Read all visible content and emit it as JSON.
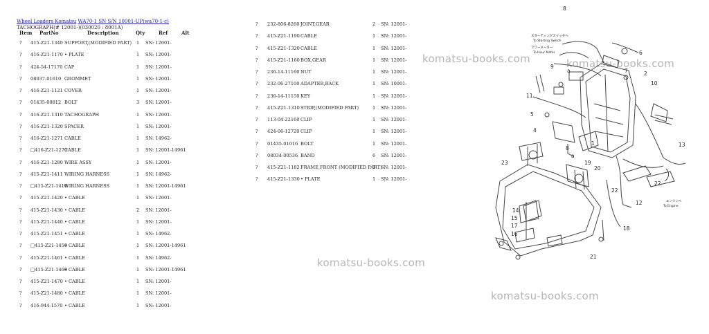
{
  "header": {
    "breadcrumb_1": "Wheel Loaders Komatsu",
    "breadcrumb_2": "WA70-1 SN S/N 10001-UP(wa70-1-c)",
    "subtitle": "TACHOGRAPH(# 12001-)(030020 : 8001A)"
  },
  "columns": {
    "item": "Item",
    "partno": "PartNo",
    "description": "Description",
    "qty": "Qty",
    "ref": "Ref",
    "alt": "Alt"
  },
  "left_rows": [
    {
      "item": "?",
      "partno": "415-Z21-1340",
      "desc": "SUPPORT,(MODIFIED PART)",
      "qty": "1",
      "ref": "SN: 12001-"
    },
    {
      "item": "?",
      "partno": "416-Z21-1170",
      "desc": "• PLATE",
      "qty": "1",
      "ref": "SN: 12001-"
    },
    {
      "item": "?",
      "partno": "424-54-17170",
      "desc": "CAP",
      "qty": "1",
      "ref": "SN: 12001-"
    },
    {
      "item": "?",
      "partno": "08037-01610",
      "desc": "GROMMET",
      "qty": "1",
      "ref": "SN: 12001-"
    },
    {
      "item": "?",
      "partno": "416-Z21-1121",
      "desc": "COVER",
      "qty": "1",
      "ref": "SN: 12001-"
    },
    {
      "item": "?",
      "partno": "01435-00812",
      "desc": "BOLT",
      "qty": "3",
      "ref": "SN: 12001-"
    },
    {
      "item": "?",
      "partno": "416-Z21-1310",
      "desc": "TACHOGRAPH",
      "qty": "1",
      "ref": "SN: 12001-"
    },
    {
      "item": "?",
      "partno": "416-Z21-1320",
      "desc": "SPACER",
      "qty": "1",
      "ref": "SN: 12001-"
    },
    {
      "item": "?",
      "partno": "416-Z21-1271",
      "desc": "CABLE",
      "qty": "1",
      "ref": "SN: 14962-"
    },
    {
      "item": "?",
      "partno": "□416-Z21-1270",
      "desc": "CABLE",
      "qty": "1",
      "ref": "SN: 12001-14961"
    },
    {
      "item": "?",
      "partno": "416-Z21-1280",
      "desc": "WIRE ASSY",
      "qty": "1",
      "ref": "SN: 12001-"
    },
    {
      "item": "?",
      "partno": "415-Z21-1411",
      "desc": "WIRING HARNESS",
      "qty": "1",
      "ref": "SN: 14962-"
    },
    {
      "item": "?",
      "partno": "□415-Z21-1410",
      "desc": "WIRING HARNESS",
      "qty": "1",
      "ref": "SN: 12001-14961"
    },
    {
      "item": "?",
      "partno": "415-Z21-1420",
      "desc": "• CABLE",
      "qty": "1",
      "ref": "SN: 12001-"
    },
    {
      "item": "?",
      "partno": "415-Z21-1430",
      "desc": "• CABLE",
      "qty": "2",
      "ref": "SN: 12001-"
    },
    {
      "item": "?",
      "partno": "415-Z21-1440",
      "desc": "• CABLE",
      "qty": "1",
      "ref": "SN: 12001-"
    },
    {
      "item": "?",
      "partno": "415-Z21-1451",
      "desc": "• CABLE",
      "qty": "1",
      "ref": "SN: 14962-"
    },
    {
      "item": "?",
      "partno": "□415-Z21-1450",
      "desc": "• CABLE",
      "qty": "1",
      "ref": "SN: 12001-14961"
    },
    {
      "item": "?",
      "partno": "415-Z21-1461",
      "desc": "• CABLE",
      "qty": "1",
      "ref": "SN: 14962-"
    },
    {
      "item": "?",
      "partno": "□415-Z21-1460",
      "desc": "• CABLE",
      "qty": "1",
      "ref": "SN: 12001-14961"
    },
    {
      "item": "?",
      "partno": "415-Z21-1470",
      "desc": "• CABLE",
      "qty": "1",
      "ref": "SN: 12001-"
    },
    {
      "item": "?",
      "partno": "415-Z21-1480",
      "desc": "• CABLE",
      "qty": "1",
      "ref": "SN: 12001-"
    },
    {
      "item": "?",
      "partno": "416-944-1570",
      "desc": "• CABLE",
      "qty": "1",
      "ref": "SN: 12001-"
    }
  ],
  "right_rows": [
    {
      "item": "?",
      "partno": "232-806-8260",
      "desc": "JOINT,GEAR",
      "qty": "2",
      "ref": "SN: 12001-"
    },
    {
      "item": "?",
      "partno": "415-Z21-1190",
      "desc": "CABLE",
      "qty": "1",
      "ref": "SN: 12001-"
    },
    {
      "item": "?",
      "partno": "415-Z21-1320",
      "desc": "CABLE",
      "qty": "1",
      "ref": "SN: 12001-"
    },
    {
      "item": "?",
      "partno": "415-Z21-1160",
      "desc": "BOX,GEAR",
      "qty": "1",
      "ref": "SN: 12001-"
    },
    {
      "item": "?",
      "partno": "236-14-11160",
      "desc": "NUT",
      "qty": "1",
      "ref": "SN: 12001-"
    },
    {
      "item": "?",
      "partno": "232-06-27100",
      "desc": "ADAPTER,BACK",
      "qty": "1",
      "ref": "SN: 10001-"
    },
    {
      "item": "?",
      "partno": "236-14-11150",
      "desc": "KEY",
      "qty": "1",
      "ref": "SN: 12001-"
    },
    {
      "item": "?",
      "partno": "415-Z21-1310",
      "desc": "STRIP,(MODIFIED PART)",
      "qty": "1",
      "ref": "SN: 12001-"
    },
    {
      "item": "?",
      "partno": "113-04-22160",
      "desc": "CLIP",
      "qty": "1",
      "ref": "SN: 12001-"
    },
    {
      "item": "?",
      "partno": "424-06-12720",
      "desc": "CLIP",
      "qty": "1",
      "ref": "SN: 12001-"
    },
    {
      "item": "?",
      "partno": "01435-01016",
      "desc": "BOLT",
      "qty": "1",
      "ref": "SN: 12001-"
    },
    {
      "item": "?",
      "partno": "08034-00536",
      "desc": "BAND",
      "qty": "6",
      "ref": "SN: 12001-"
    },
    {
      "item": "?",
      "partno": "415-Z21-1182",
      "desc": "FRAME,FRONT (MODIFIED PART)",
      "qty": "1",
      "ref": "SN: 12001-"
    },
    {
      "item": "?",
      "partno": "415-Z21-1330",
      "desc": "• PLATE",
      "qty": "1",
      "ref": "SN: 12001-"
    }
  ],
  "watermarks": {
    "w1": "komatsu-books.com",
    "w2": "komatsu-books.com",
    "w3": "komatsu-books.com",
    "w4": "komatsu-books.com"
  },
  "diagram": {
    "callouts": [
      "1",
      "2",
      "4",
      "5",
      "6",
      "7",
      "8",
      "8",
      "9",
      "10",
      "11",
      "12",
      "13",
      "14",
      "15",
      "16",
      "17",
      "18",
      "19",
      "20",
      "21",
      "22",
      "22",
      "23",
      "a",
      "a"
    ],
    "notes": {
      "starting_switch_jp": "スターティングスイッチへ",
      "starting_switch": "To Starting Switch",
      "hour_meter_jp": "アワーメーター",
      "hour_meter": "To Hour Meter",
      "engine_jp": "エンジンへ",
      "engine": "To Engine"
    }
  }
}
